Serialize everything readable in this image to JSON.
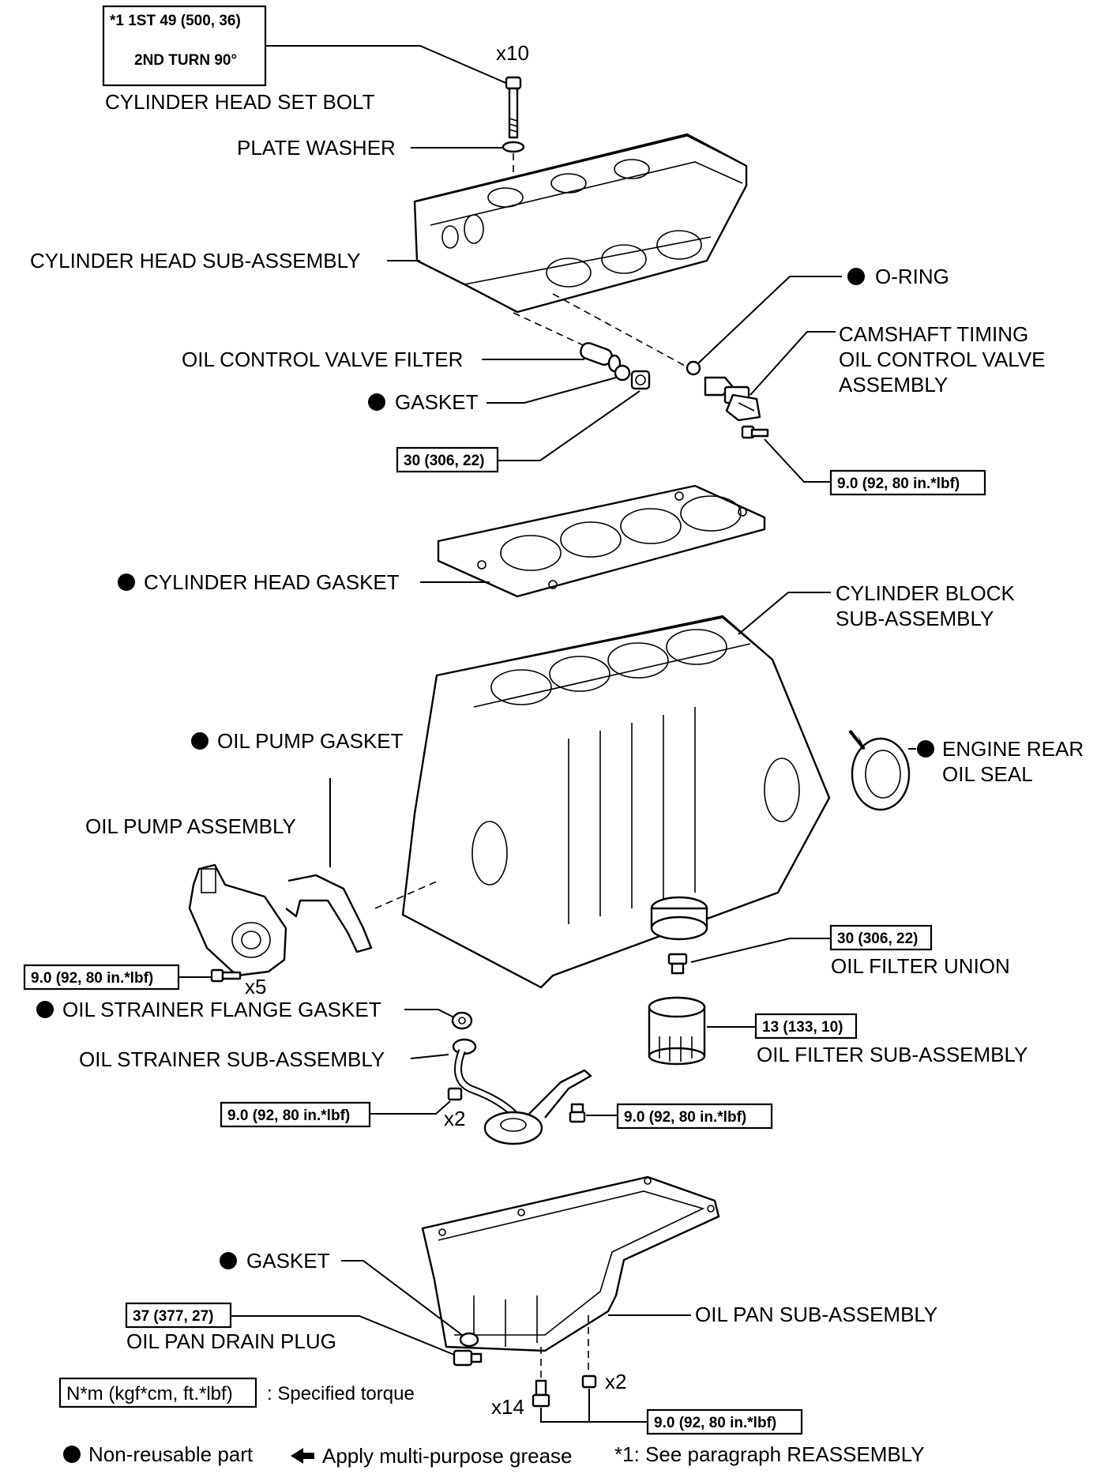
{
  "callouts": {
    "cylinder_head_set_bolt": "CYLINDER HEAD SET BOLT",
    "bolt_count": "x10",
    "plate_washer": "PLATE WASHER",
    "cylinder_head_sub_assembly": "CYLINDER HEAD SUB-ASSEMBLY",
    "o_ring": "O-RING",
    "camshaft_ocv": [
      "CAMSHAFT TIMING",
      "OIL CONTROL VALVE",
      "ASSEMBLY"
    ],
    "oil_control_valve_filter": "OIL CONTROL VALVE FILTER",
    "gasket_upper": "GASKET",
    "cylinder_head_gasket": "CYLINDER HEAD GASKET",
    "cylinder_block": [
      "CYLINDER BLOCK",
      "SUB-ASSEMBLY"
    ],
    "oil_pump_gasket": "OIL PUMP GASKET",
    "engine_rear_oil_seal": [
      "ENGINE REAR",
      "OIL SEAL"
    ],
    "oil_pump_assembly": "OIL PUMP ASSEMBLY",
    "pump_bolt_count": "x5",
    "oil_filter_union": "OIL FILTER UNION",
    "oil_strainer_flange_gasket": "OIL STRAINER FLANGE GASKET",
    "oil_strainer_sub_assembly": "OIL STRAINER SUB-ASSEMBLY",
    "oil_filter_sub_assembly": "OIL FILTER SUB-ASSEMBLY",
    "strainer_nut_count": "x2",
    "gasket_lower": "GASKET",
    "oil_pan_sub_assembly": "OIL PAN SUB-ASSEMBLY",
    "oil_pan_drain_plug": "OIL PAN DRAIN PLUG",
    "pan_nut_count": "x2",
    "pan_bolt_count": "x14"
  },
  "torque_specs": {
    "head_bolt_line1": "*1  1ST 49 (500, 36)",
    "head_bolt_line2": "2ND TURN 90°",
    "ocv_filter": "30 (306, 22)",
    "ocv_bolt": "9.0 (92, 80 in.*lbf)",
    "oil_filter_union": "30 (306, 22)",
    "oil_pump_bolts": "9.0 (92, 80 in.*lbf)",
    "oil_filter": "13 (133, 10)",
    "strainer_nuts": "9.0 (92, 80 in.*lbf)",
    "strainer_bolt": "9.0 (92, 80 in.*lbf)",
    "drain_plug": "37 (377, 27)",
    "oil_pan_fasteners": "9.0 (92, 80 in.*lbf)"
  },
  "legend": {
    "torque_unit": "N*m (kgf*cm, ft.*lbf)",
    "torque_desc": ": Specified torque",
    "non_reusable": "Non-reusable part",
    "grease": "Apply multi-purpose grease",
    "note": "*1: See paragraph REASSEMBLY"
  }
}
